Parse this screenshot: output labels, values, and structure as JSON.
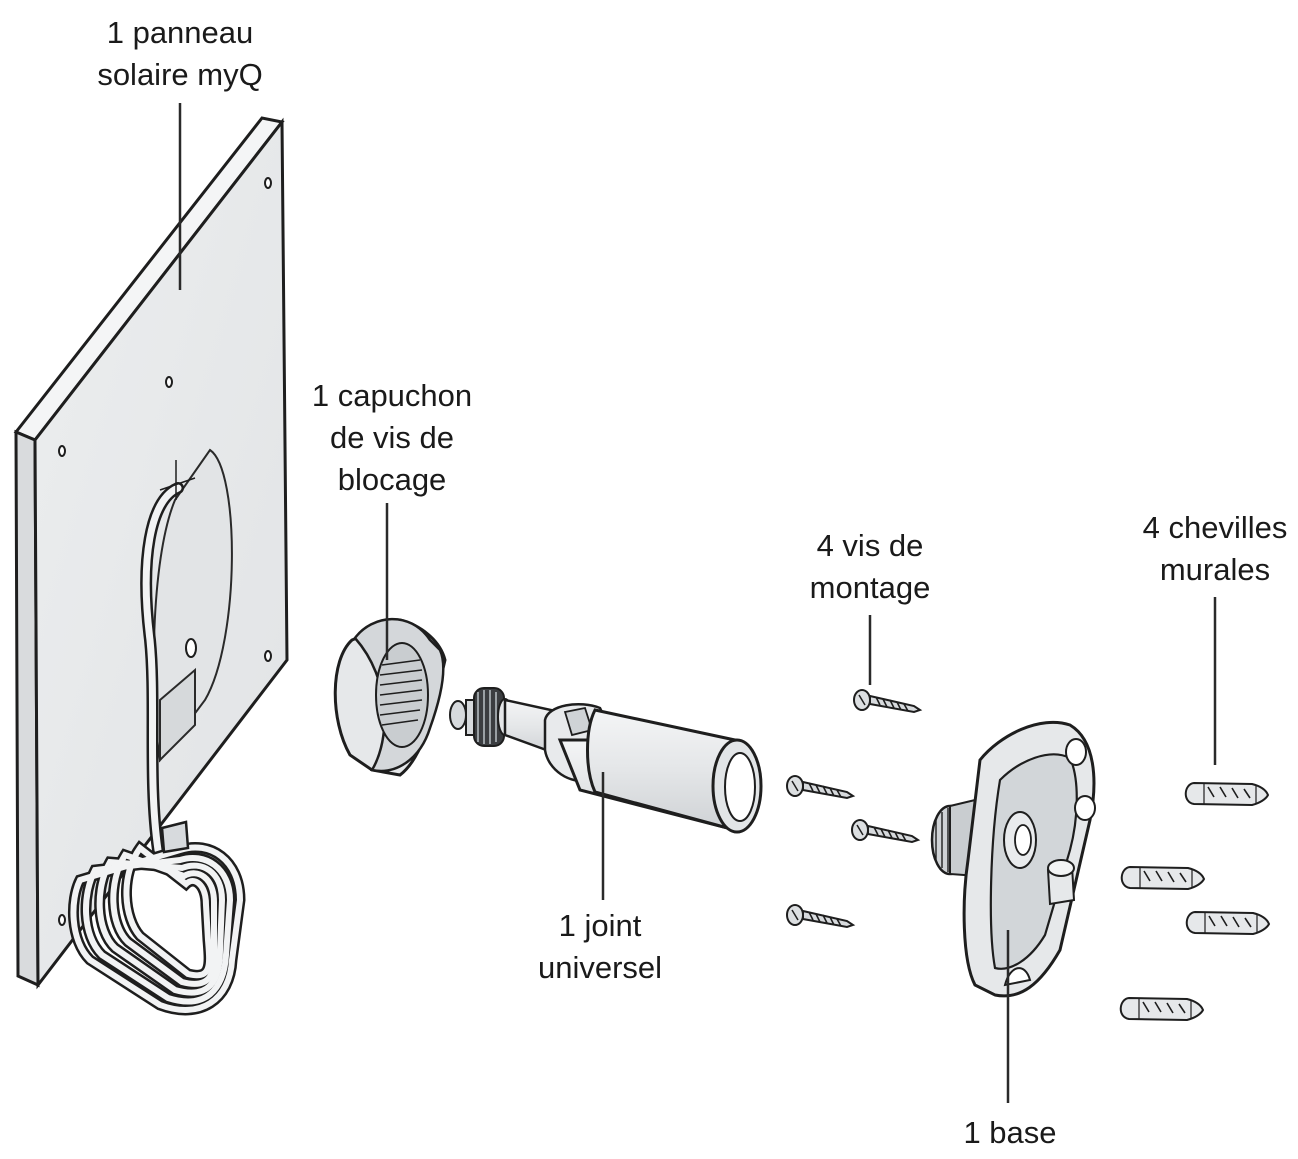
{
  "labels": {
    "solar_panel": [
      "1 panneau",
      "solaire myQ"
    ],
    "screw_cap": [
      "1 capuchon",
      "de vis de",
      "blocage"
    ],
    "mounting_screws": [
      "4 vis de",
      "montage"
    ],
    "wall_anchors": [
      "4 chevilles",
      "murales"
    ],
    "universal_joint": [
      "1 joint",
      "universel"
    ],
    "base": [
      "1 base"
    ]
  },
  "colors": {
    "part_fill": "#e9eaeb",
    "part_fill_dark": "#d3d5d7",
    "outline": "#1e1e1e",
    "leader": "#2a2a2a",
    "text": "#1a1a1a"
  }
}
